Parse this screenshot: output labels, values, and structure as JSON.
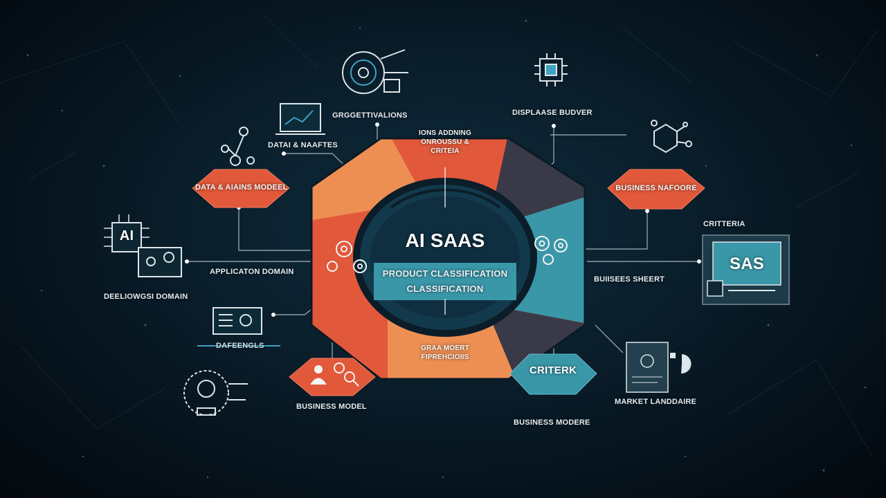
{
  "center": {
    "title": "AI SAAS",
    "subtitle_line1": "PRODUCT CLASSIFICATION",
    "subtitle_line2": "CLASSIFICATION"
  },
  "hex_segments": {
    "top": "IONS ADDNING\nONROUSSU &\nCRITEIA",
    "bottom": "GRAA MOERT\nFIPREHCIOIIS"
  },
  "nodes": {
    "data_ai_model": "DATA & AIAINS MODEEL",
    "business_nafoore": "BUSINESS NAFOORE",
    "business_model_badge": "",
    "criterk": "CRITERK"
  },
  "labels": {
    "top_left": "GRGGETTIVALIONS",
    "top_right": "DISPLAASE BUDVER",
    "data_analytics": "DATAI & NAAFTES",
    "application_domain": "APPLICATON DOMAIN",
    "deelowsi_domain": "DEELIOWGSI DOMAIN",
    "dafeengls": "DAFEENGLS",
    "business_model": "BUSINESS MODEL",
    "business_modere": "BUSINESS MODERE",
    "market_landdaire": "MARKET LANDDAIRE",
    "criteria": "CRITTERIA",
    "buiisees_sheert": "BUIISEES SHEERT"
  },
  "icons": {
    "ai_chip": "AI",
    "sas_monitor": "SAS"
  },
  "colors": {
    "orange": "#e2583a",
    "light_orange": "#ed8f52",
    "teal": "#3a97a8",
    "dark_slate": "#3a3948",
    "line": "#cfd8dc",
    "icon": "#dde6ea"
  }
}
